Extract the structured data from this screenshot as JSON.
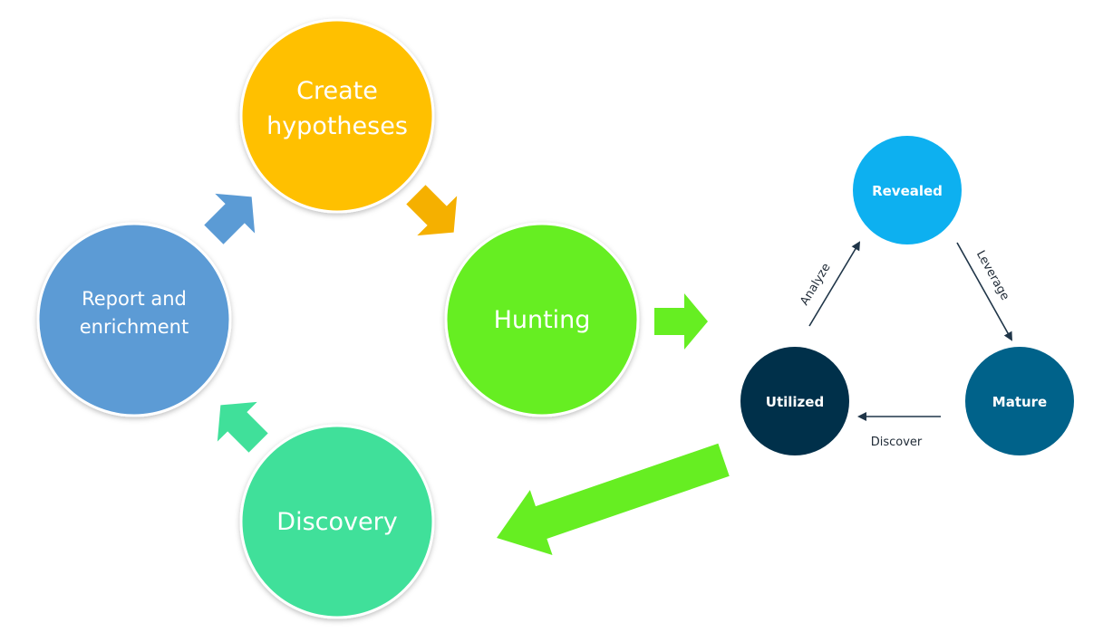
{
  "hunting_cycle": {
    "create_hypotheses": {
      "line1": "Create",
      "line2": "hypotheses",
      "color": "#FFC000"
    },
    "hunting": {
      "label": "Hunting",
      "color": "#66EE22"
    },
    "discovery": {
      "label": "Discovery",
      "color": "#40E09A"
    },
    "report": {
      "line1": "Report and",
      "line2": "enrichment",
      "color": "#5B9BD5"
    },
    "arrow_colors": {
      "create_to_hunting": "#F5B000",
      "hunting_out": "#66EE22",
      "discovery_to_report": "#40E09A",
      "report_to_create": "#5B9BD5"
    }
  },
  "maturity_cycle": {
    "revealed": {
      "label": "Revealed",
      "color": "#0DB0F0"
    },
    "mature": {
      "label": "Mature",
      "color": "#00628A"
    },
    "utilized": {
      "label": "Utilized",
      "color": "#00304A"
    },
    "edges": {
      "analyze": "Analyze",
      "leverage": "Leverage",
      "discover": "Discover"
    }
  },
  "return_arrow": {
    "color": "#66EE22"
  }
}
